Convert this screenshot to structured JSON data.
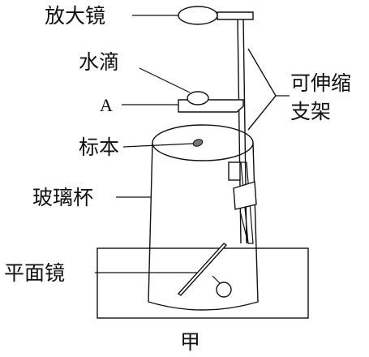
{
  "labels": {
    "magnifier": "放大镜",
    "water_drop": "水滴",
    "point_a": "A",
    "extendable_stand_line1": "可伸缩",
    "extendable_stand_line2": "支架",
    "specimen": "标本",
    "glass_cup": "玻璃杯",
    "mirror": "平面镜",
    "figure": "甲"
  }
}
